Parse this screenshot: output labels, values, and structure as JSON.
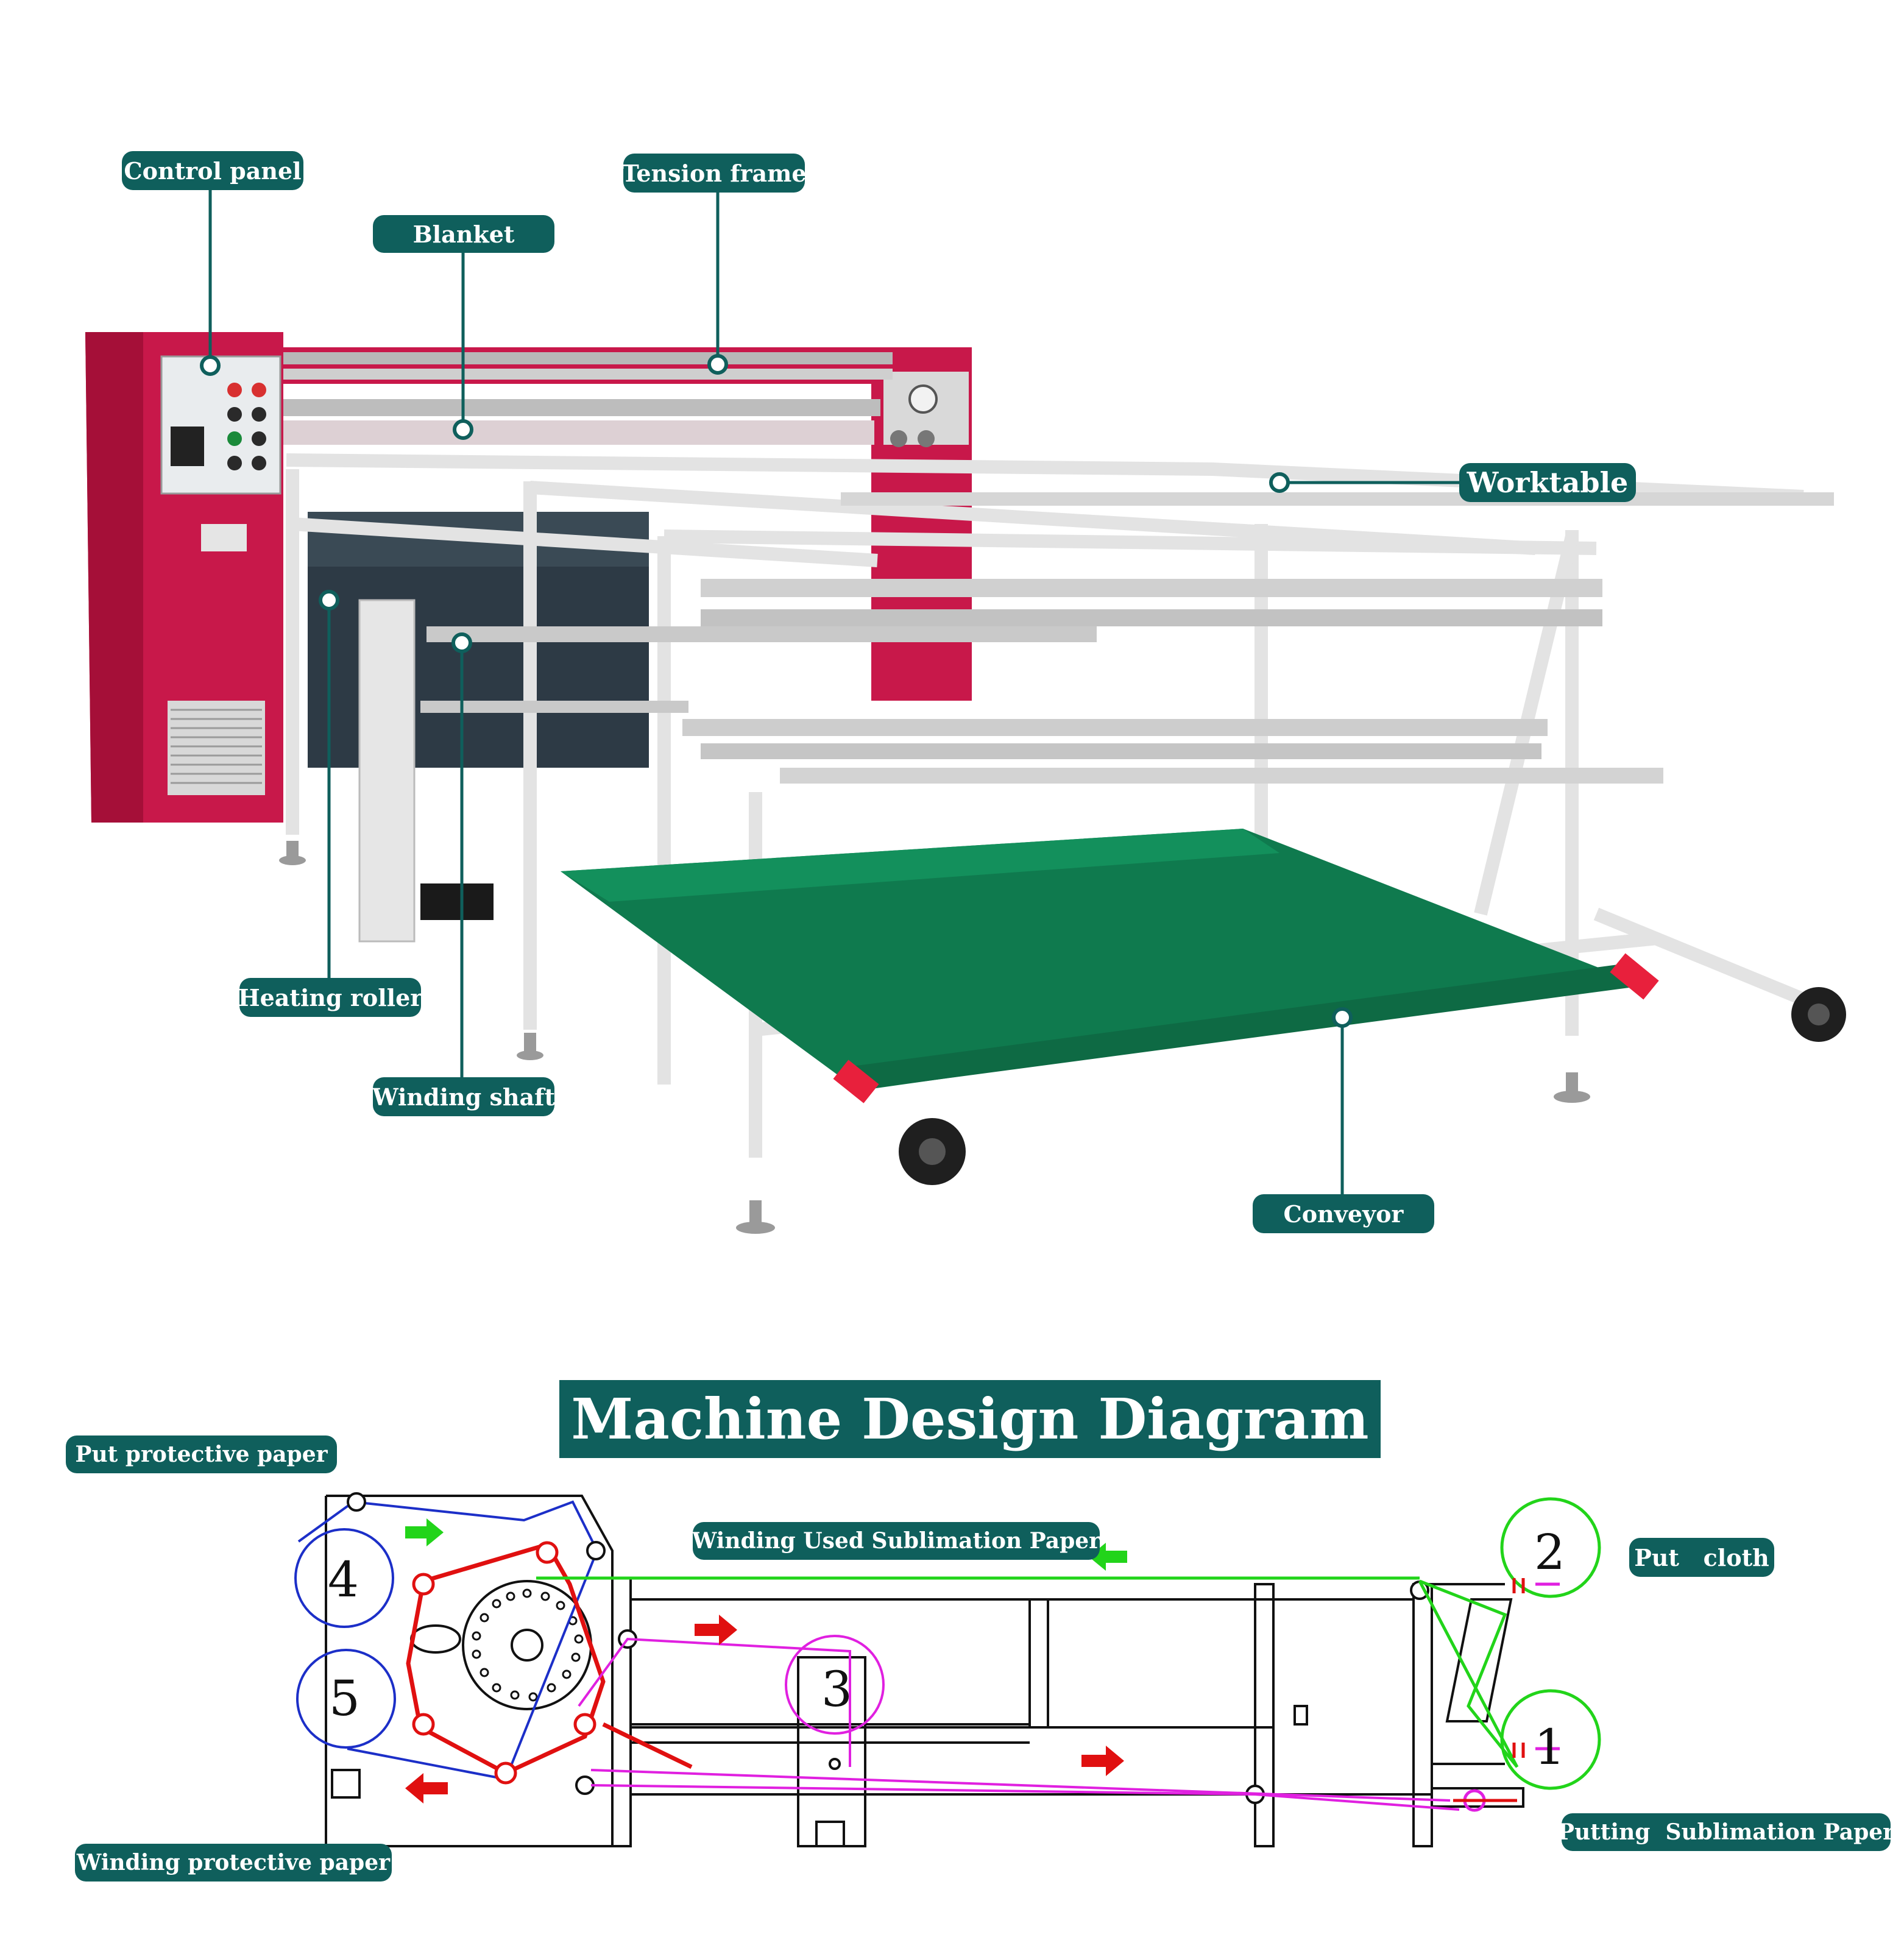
{
  "photo_labels": {
    "control_panel": "Control panel",
    "tension_frame": "Tension frame",
    "blanket": "Blanket",
    "worktable": "Worktable",
    "heating_roller": "Heating roller",
    "winding_shaft": "Winding shaft",
    "conveyor": "Conveyor"
  },
  "diagram": {
    "title": "Machine Design Diagram",
    "labels": {
      "put_protective_paper": "Put protective paper",
      "winding_used_sublimation_paper": "Winding Used Sublimation Paper",
      "put_cloth": "Put   cloth",
      "putting_sublimation_paper": "Putting  Sublimation Paper",
      "winding_protective_paper": "Winding protective paper"
    },
    "station_numbers": [
      "1",
      "2",
      "3",
      "4",
      "5"
    ]
  },
  "colors": {
    "label_bg": "#0f5f5c",
    "machine_body": "#c8184a",
    "conveyor_belt": "#0f7a4e",
    "frame": "#e6e6e6",
    "protective_path": "#1c2fc8",
    "felt_path": "#e01010",
    "cloth_path": "#22d41a",
    "paper_path": "#e020e0"
  }
}
